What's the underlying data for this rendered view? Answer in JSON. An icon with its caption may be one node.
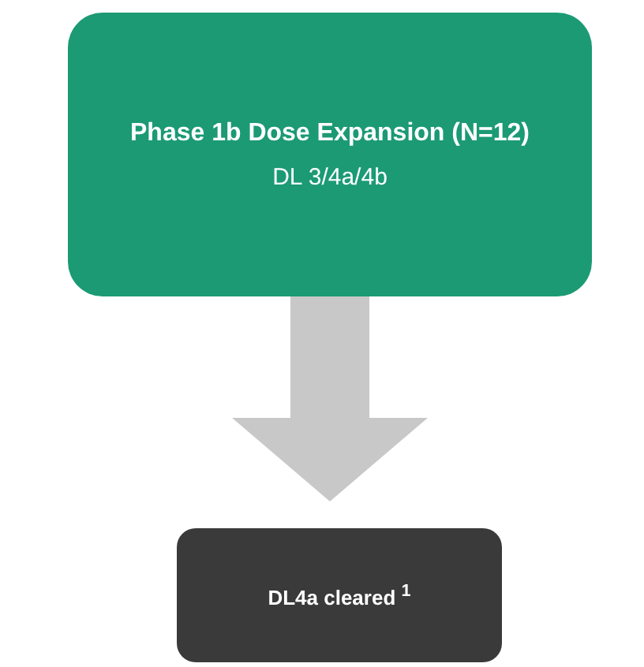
{
  "diagram": {
    "nodes": [
      {
        "text": [
          "Phase 1b Dose Expansion (N=12)",
          "DL 3/4a/4b"
        ]
      },
      {
        "text": [
          "DL4a cleared $^{1}$"
        ]
      }
    ],
    "edges": [
      {
        "from": 0,
        "to": 1,
        "arrow": "to"
      }
    ]
  }
}
